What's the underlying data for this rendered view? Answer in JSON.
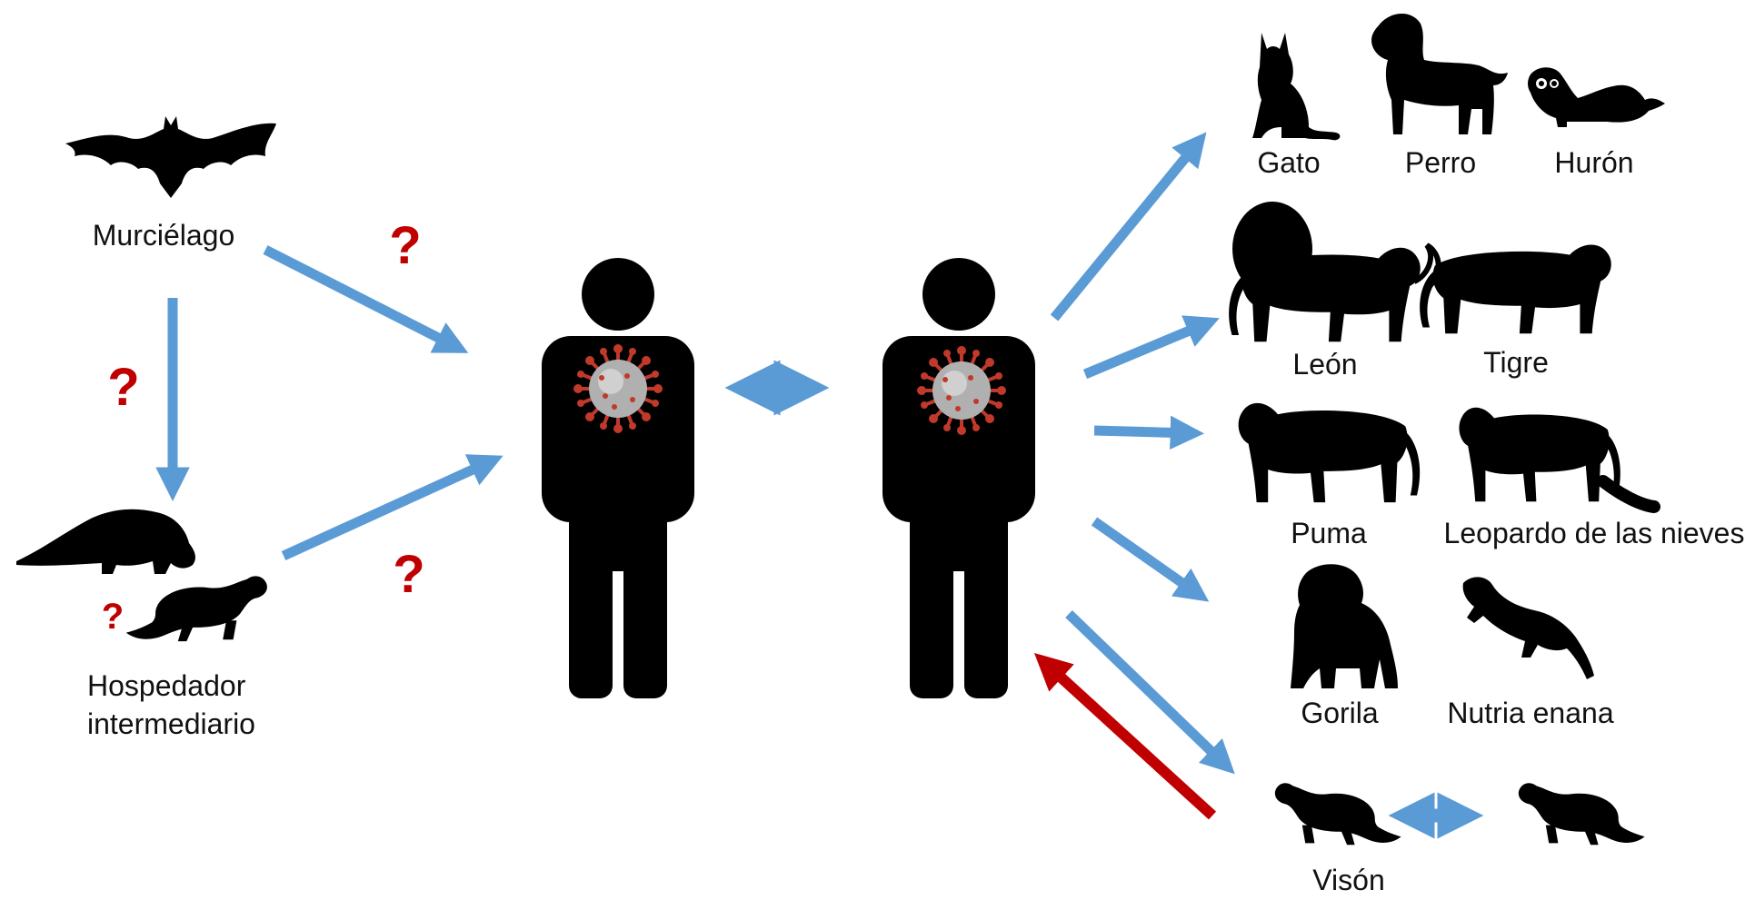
{
  "colors": {
    "arrow_blue": "#5b9bd5",
    "arrow_red": "#c00000",
    "silhouette": "#000000",
    "question": "#c00000",
    "virus_spike": "#c0392b",
    "virus_body": "#b0b0b0"
  },
  "labels": {
    "bat": "Murciélago",
    "intermediate_line1": "Hospedador",
    "intermediate_line2": "intermediario",
    "cat": "Gato",
    "dog": "Perro",
    "ferret": "Hurón",
    "lion": "León",
    "tiger": "Tigre",
    "puma": "Puma",
    "snow_leopard": "Leopardo de las nieves",
    "gorilla": "Gorila",
    "otter": "Nutria enana",
    "mink": "Visón"
  },
  "question_mark": "?",
  "icons": {
    "bat": "bat-silhouette-icon",
    "pangolin": "pangolin-silhouette-icon",
    "weasel": "mustelid-silhouette-icon",
    "human": "human-silhouette-icon",
    "virus": "coronavirus-icon"
  }
}
